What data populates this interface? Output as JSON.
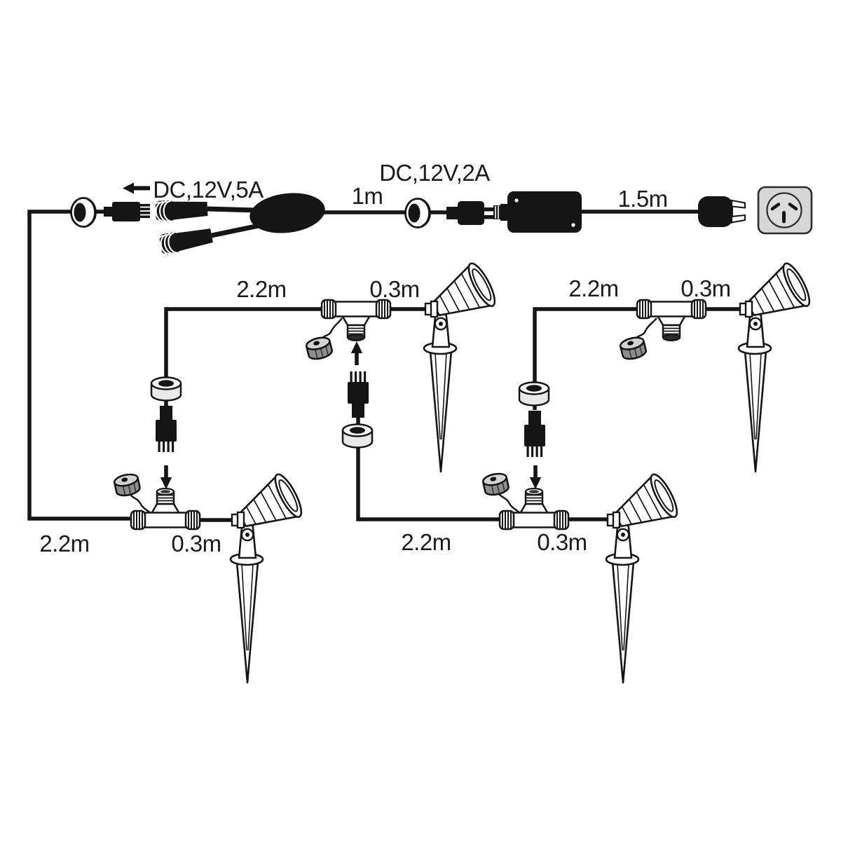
{
  "labels": {
    "run_connector_spec": "DC,12V,5A",
    "adapter_connector_spec": "DC,12V,2A",
    "adapter_to_splitter_cable": "1m",
    "mains_cable": "1.5m"
  },
  "circuits": [
    {
      "position": "top-left",
      "run_cable": "2.2m",
      "spur_cable": "0.3m"
    },
    {
      "position": "top-right",
      "run_cable": "2.2m",
      "spur_cable": "0.3m"
    },
    {
      "position": "bottom-left",
      "run_cable": "2.2m",
      "spur_cable": "0.3m"
    },
    {
      "position": "bottom-middle",
      "run_cable": "2.2m",
      "spur_cable": "0.3m"
    }
  ],
  "icons": {
    "power_outlet": "AU mains wall socket",
    "mains_plug": "mains wall plug",
    "power_adapter": "DC power adapter brick",
    "dc_plug": "DC barrel plug",
    "y_splitter": "two-way Y splitter",
    "sealing_ring": "threaded sealing ring",
    "pin_connector": "4-pin male connector",
    "tee_connector": "T junction connector",
    "screw_cap": "waterproof screw cap on tether",
    "spotlight": "garden spotlight on ground spike",
    "arrow": "plug-in direction arrow"
  },
  "colors": {
    "line": "#151515",
    "label": "#1b1b1b",
    "outlet_face": "#d6d6d6",
    "ring_fill": "#e9e9e9",
    "cap_side": "#8e8e8e",
    "cap_top": "#d2d2d2"
  }
}
